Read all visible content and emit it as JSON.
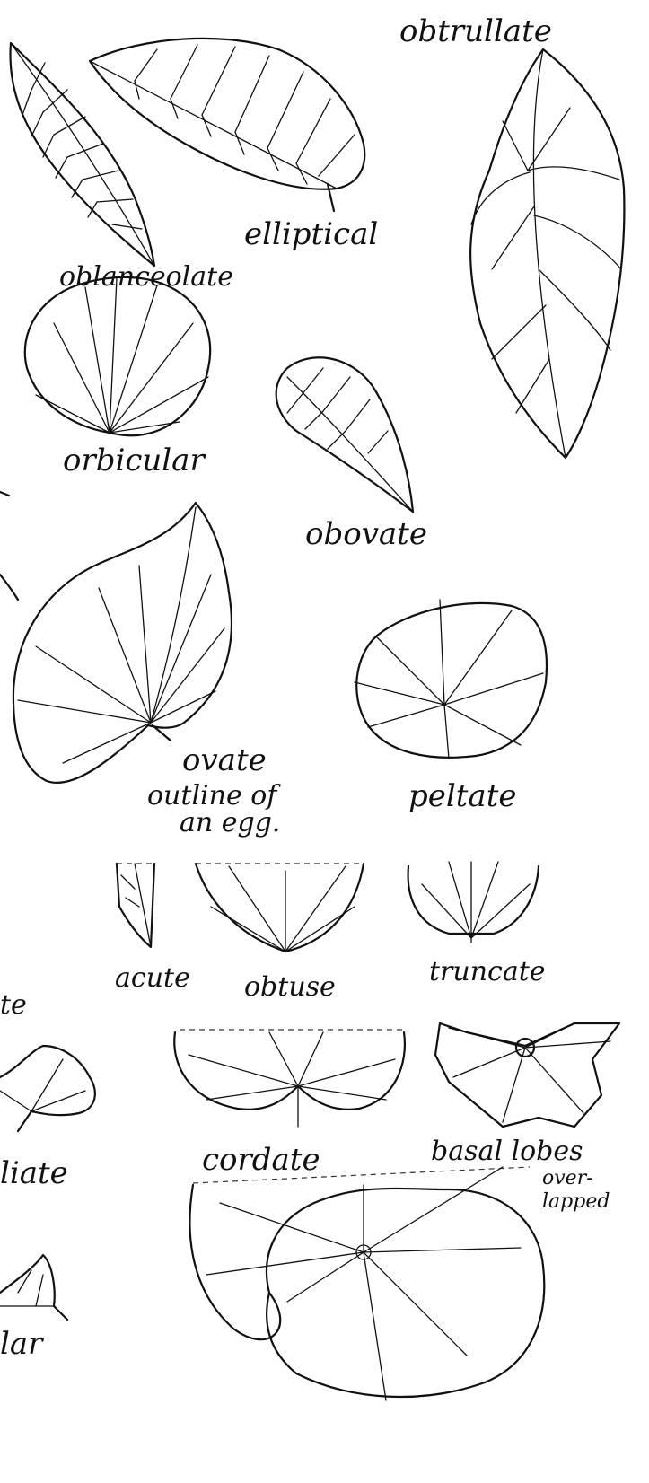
{
  "labels": {
    "oblanceolate": "oblanceolate",
    "elliptical": "elliptical",
    "obtrullate": "obtrullate",
    "orbicular": "orbicular",
    "obovate": "obovate",
    "ovate": "ovate",
    "ovate_note_line1": "outline of",
    "ovate_note_line2": "an egg.",
    "peltate": "peltate",
    "acute": "acute",
    "obtuse": "obtuse",
    "truncate": "truncate",
    "cordate": "cordate",
    "basal_lobes": "basal lobes",
    "overlapped_line1": "over-",
    "overlapped_line2": "lapped",
    "partial_ate": "te",
    "partial_liate": "liate",
    "partial_lar": "lar"
  }
}
